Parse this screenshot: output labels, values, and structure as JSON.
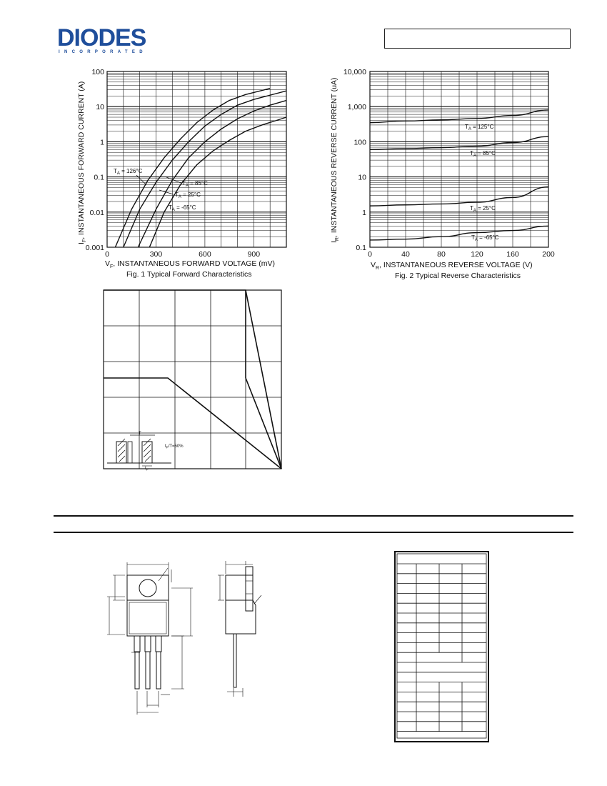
{
  "header": {
    "logo_text": "DIODES",
    "logo_sub": "INCORPORATED",
    "part_number": ""
  },
  "fig1": {
    "caption": "Fig. 1 Typical Forward Characteristics",
    "xlabel_main": "V",
    "xlabel_sub": "F",
    "xlabel_rest": ", INSTANTANEOUS FORWARD VOLTAGE (mV)",
    "ylabel_main": "I",
    "ylabel_sub": "F",
    "ylabel_rest": ", INSTANTANEOUS FORWARD CURRENT (A)",
    "yticks": [
      "100",
      "10",
      "1",
      "0.1",
      "0.01",
      "0.001"
    ],
    "xticks": [
      "0",
      "300",
      "600",
      "900"
    ],
    "curves": [
      "T = 126°C",
      "T = 85°C",
      "T = 25°C",
      "T = -65°C"
    ],
    "curve_main": [
      "T",
      "T",
      "T",
      "T"
    ],
    "curve_sub": [
      "A",
      "A",
      "A",
      "A"
    ],
    "curve_rest": [
      " = 126°C",
      " = 85°C",
      " = 25°C",
      " = -65°C"
    ]
  },
  "fig2": {
    "caption": "Fig. 2 Typical Reverse Characteristics",
    "xlabel_main": "V",
    "xlabel_sub": "R",
    "xlabel_rest": ", INSTANTANEOUS REVERSE VOLTAGE (V)",
    "ylabel_main": "I",
    "ylabel_sub": "R",
    "ylabel_rest": ", INSTANTANEOUS REVERSE CURRENT (uA)",
    "yticks": [
      "10,000",
      "1,000",
      "100",
      "10",
      "1",
      "0.1"
    ],
    "xticks": [
      "0",
      "40",
      "80",
      "120",
      "160",
      "200"
    ],
    "curve_main": [
      "T",
      "T",
      "T",
      "T"
    ],
    "curve_sub": [
      "A",
      "A",
      "A",
      "A"
    ],
    "curve_rest": [
      " = 125°C",
      " = 85°C",
      " = 25°C",
      " = -65°C"
    ]
  },
  "fig3": {
    "pulse_T": "T",
    "duty": "tp/T=50%",
    "duty_main": "t",
    "duty_sub": "P",
    "duty_rest": "/T=50%",
    "tp_main": "t",
    "tp_sub": "P"
  },
  "chart_data": [
    {
      "type": "line",
      "title": "Fig. 1 Typical Forward Characteristics",
      "xlabel": "VF, INSTANTANEOUS FORWARD VOLTAGE (mV)",
      "ylabel": "IF, INSTANTANEOUS FORWARD CURRENT (A)",
      "xlim": [
        0,
        1100
      ],
      "ylim": [
        0.001,
        100
      ],
      "yscale": "log",
      "grid": true,
      "series": [
        {
          "name": "TA = 126°C",
          "x": [
            50,
            150,
            250,
            350,
            450,
            550,
            650,
            750,
            850,
            1000
          ],
          "y": [
            0.001,
            0.012,
            0.08,
            0.35,
            1.2,
            3.5,
            8,
            15,
            22,
            33
          ]
        },
        {
          "name": "TA = 85°C",
          "x": [
            100,
            200,
            300,
            400,
            500,
            600,
            700,
            800,
            900,
            1100
          ],
          "y": [
            0.001,
            0.012,
            0.07,
            0.3,
            1.0,
            2.8,
            6,
            11,
            16,
            28
          ]
        },
        {
          "name": "TA = 25°C",
          "x": [
            190,
            300,
            400,
            500,
            600,
            700,
            800,
            900,
            1000,
            1100
          ],
          "y": [
            0.001,
            0.012,
            0.08,
            0.35,
            1.0,
            2.3,
            4.5,
            7.5,
            11,
            15
          ]
        },
        {
          "name": "TA = -65°C",
          "x": [
            260,
            350,
            450,
            550,
            650,
            750,
            850,
            950,
            1050,
            1100
          ],
          "y": [
            0.001,
            0.01,
            0.06,
            0.22,
            0.55,
            1.1,
            2.0,
            3.0,
            4.2,
            5
          ]
        }
      ]
    },
    {
      "type": "line",
      "title": "Fig. 2 Typical Reverse Characteristics",
      "xlabel": "VR, INSTANTANEOUS REVERSE VOLTAGE (V)",
      "ylabel": "IR, INSTANTANEOUS REVERSE CURRENT (uA)",
      "xlim": [
        0,
        200
      ],
      "ylim": [
        0.1,
        10000
      ],
      "yscale": "log",
      "grid": true,
      "series": [
        {
          "name": "TA = 125°C",
          "x": [
            0,
            40,
            80,
            120,
            160,
            200
          ],
          "y": [
            350,
            390,
            420,
            460,
            560,
            800
          ]
        },
        {
          "name": "TA = 85°C",
          "x": [
            0,
            40,
            80,
            120,
            160,
            200
          ],
          "y": [
            60,
            64,
            68,
            75,
            95,
            140
          ]
        },
        {
          "name": "TA = 25°C",
          "x": [
            0,
            40,
            80,
            120,
            160,
            200
          ],
          "y": [
            1.5,
            1.6,
            1.7,
            1.9,
            2.6,
            5.2
          ]
        },
        {
          "name": "TA = -65°C",
          "x": [
            0,
            40,
            80,
            120,
            160,
            200
          ],
          "y": [
            0.16,
            0.17,
            0.2,
            0.26,
            0.3,
            0.4
          ]
        }
      ]
    }
  ]
}
